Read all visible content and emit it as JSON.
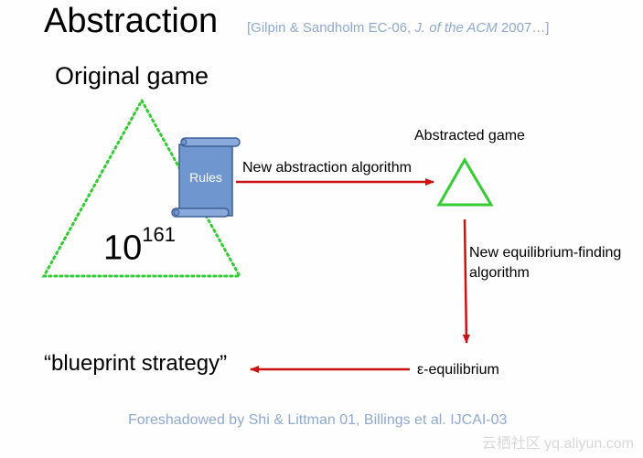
{
  "slide": {
    "title": "Abstraction",
    "citation_prefix": "[Gilpin & Sandholm EC-06, ",
    "citation_journal": "J. of the ACM",
    "citation_suffix": " 2007…]",
    "original_game_label": "Original game",
    "size_base": "10",
    "size_exponent": "161",
    "rules_label": "Rules",
    "new_abstraction_label": "New abstraction algorithm",
    "abstracted_game_label": "Abstracted game",
    "equilibrium_finding_label": "New equilibrium-finding algorithm",
    "epsilon_equilibrium_label": "ε-equilibrium",
    "blueprint_label": "“blueprint strategy”",
    "foreshadowed_label": "Foreshadowed by Shi & Littman 01, Billings et al. IJCAI-03",
    "watermark": "云栖社区 yq.aliyun.com"
  },
  "colors": {
    "triangle": "#33cc33",
    "arrow": "#cc1111",
    "scroll_fill": "#6f96cf",
    "scroll_stroke": "#3d5f95",
    "citation": "#8fa9cf"
  }
}
